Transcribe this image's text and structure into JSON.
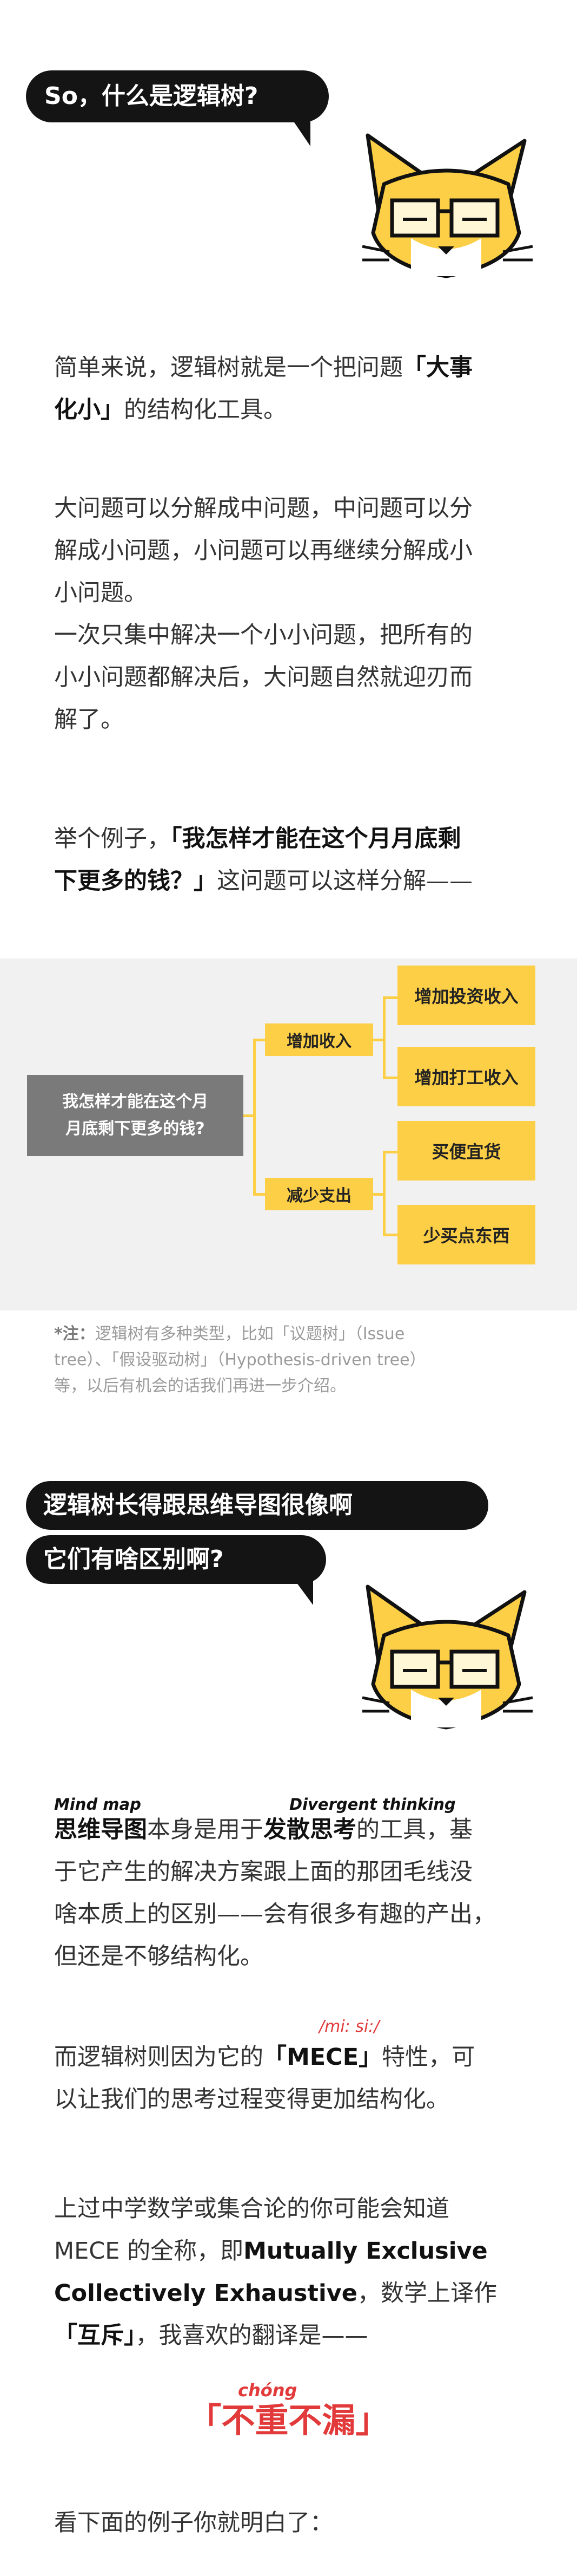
{
  "section1": {
    "bubble": "So，什么是逻辑树?",
    "p1": {
      "pre": "简单来说，逻辑树就是一个把问题",
      "b1": "「大事",
      "b2": "化小」",
      "post": "的结构化工具。"
    },
    "p2": [
      "大问题可以分解成中问题，中问题可以分",
      "解成小问题，小问题可以再继续分解成小",
      "小问题。",
      "一次只集中解决一个小小问题，把所有的",
      "小小问题都解决后，大问题自然就迎刃而",
      "解了。"
    ],
    "p3": {
      "pre": "举个例子，",
      "b1": "「我怎样才能在这个月月底剩",
      "b2": "下更多的钱？」",
      "post": "这问题可以这样分解——"
    }
  },
  "tree": {
    "root": [
      "我怎样才能在这个月",
      "月底剩下更多的钱?"
    ],
    "branch1": "增加收入",
    "branch2": "减少支出",
    "leaves": [
      "增加投资收入",
      "增加打工收入",
      "买便宜货",
      "少买点东西"
    ]
  },
  "note": {
    "label": "*注：",
    "line1": "逻辑树有多种类型，比如「议题树」（Issue",
    "line2": "tree）、「假设驱动树」（Hypothesis-driven  tree）",
    "line3": "等，以后有机会的话我们再进一步介绍。"
  },
  "section2": {
    "bubble1": "逻辑树长得跟思维导图很像啊",
    "bubble2": "它们有啥区别啊?",
    "annot_mindmap": "Mind map",
    "annot_divergent": "Divergent thinking",
    "p1": {
      "b1": "思维导图",
      "mid": "本身是用于",
      "b2": "发散思考",
      "post": "的工具，基"
    },
    "p1_lines": [
      "于它产生的解决方案跟上面的那团毛线没",
      "啥本质上的区别——会有很多有趣的产出，",
      "但还是不够结构化。"
    ],
    "pron_mece": "/mi: si:/",
    "p2": {
      "pre": "而逻辑树则因为它的",
      "red": "「MECE」",
      "post": "特性，可",
      "line2": "以让我们的思考过程变得更加结构化。"
    },
    "p3": {
      "line1": "上过中学数学或集合论的你可能会知道",
      "l2pre": "MECE 的全称，即",
      "l2b": "Mutually  Exclusive",
      "l3b": "Collectively  Exhaustive",
      "l3post": "，数学上译作",
      "l4b": "「互斥」",
      "l4post": "，我喜欢的翻译是——"
    },
    "pron_chong": "chóng",
    "slogan": "「不重不漏」",
    "p4": "看下面的例子你就明白了："
  },
  "colors": {
    "accent": "#fccf46",
    "red": "#e23a3a",
    "bubble": "#141414",
    "gray_box": "#7a7a7a"
  }
}
